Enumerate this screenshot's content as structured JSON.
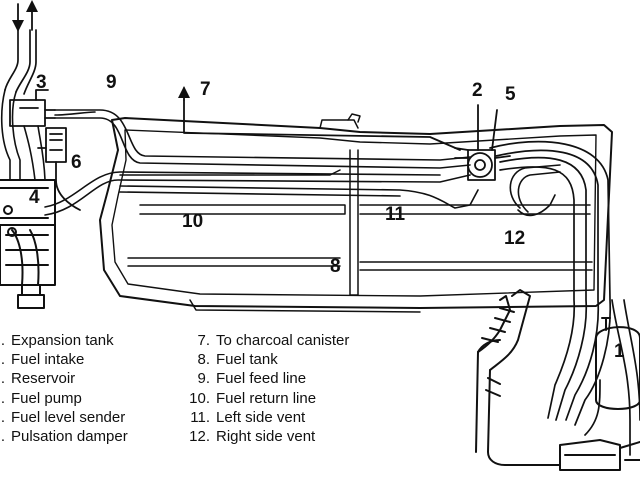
{
  "callouts": {
    "c1": "1",
    "c2": "2",
    "c3": "3",
    "c4": "4",
    "c5": "5",
    "c6": "6",
    "c7": "7",
    "c8": "8",
    "c9": "9",
    "c10": "10",
    "c11": "11",
    "c12": "12"
  },
  "legend_left": [
    {
      "num": ".",
      "label": "Expansion tank"
    },
    {
      "num": ".",
      "label": "Fuel intake"
    },
    {
      "num": ".",
      "label": "Reservoir"
    },
    {
      "num": ".",
      "label": "Fuel pump"
    },
    {
      "num": ".",
      "label": "Fuel level sender"
    },
    {
      "num": ".",
      "label": "Pulsation damper"
    }
  ],
  "legend_right": [
    {
      "num": "7.",
      "label": "To charcoal canister"
    },
    {
      "num": "8.",
      "label": "Fuel tank"
    },
    {
      "num": "9.",
      "label": "Fuel feed line"
    },
    {
      "num": "10.",
      "label": "Fuel return line"
    },
    {
      "num": "11.",
      "label": "Left side vent"
    },
    {
      "num": "12.",
      "label": "Right side vent"
    }
  ]
}
